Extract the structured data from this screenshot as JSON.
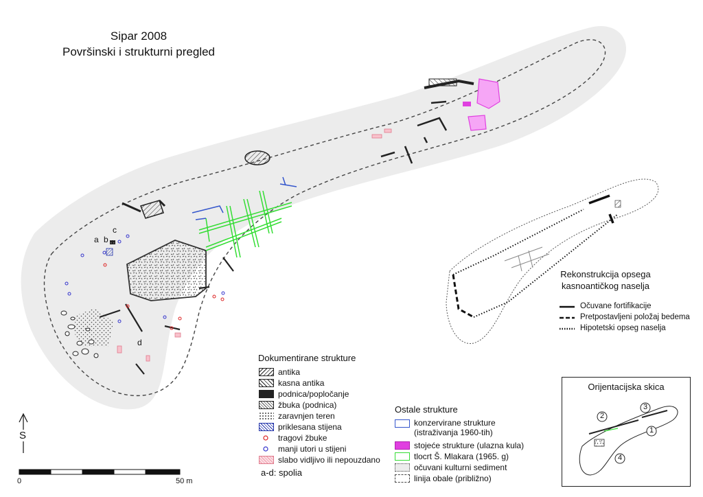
{
  "title": "Sipar 2008",
  "subtitle": "Površinski i strukturni pregled",
  "spolia_marks": [
    "a",
    "b",
    "c",
    "d"
  ],
  "legend_doc": {
    "heading": "Dokumentirane strukture",
    "items": [
      {
        "label": "antika"
      },
      {
        "label": "kasna antika"
      },
      {
        "label": "podnica/popločanje"
      },
      {
        "label": "žbuka (podnica)"
      },
      {
        "label": "zaravnjen teren"
      },
      {
        "label": "priklesana stijena"
      },
      {
        "label": "tragovi žbuke"
      },
      {
        "label": "manji utori u stijeni"
      },
      {
        "label": "slabo vidljivo ili nepouzdano"
      },
      {
        "label": "a-d: spolia"
      }
    ]
  },
  "legend_other": {
    "heading": "Ostale strukture",
    "items": [
      {
        "label": "konzervirane strukture\n(istraživanja 1960-tih)",
        "color": "#3355cc"
      },
      {
        "label": "stojeće strukture (ulazna kula)",
        "color": "#e040e0"
      },
      {
        "label": "tlocrt Š. Mlakara (1965. g)",
        "color": "#33dd33"
      },
      {
        "label": "očuvani kulturni sediment"
      },
      {
        "label": "linija obale (približno)"
      }
    ]
  },
  "reconstruction": {
    "title_line1": "Rekonstrukcija opsega",
    "title_line2": "kasnoantičkog naselja",
    "legend": [
      "Očuvane fortifikacije",
      "Pretpostavljeni položaj bedema",
      "Hipotetski opseg naselja"
    ]
  },
  "orientation": {
    "title": "Orijentacijska skica",
    "markers": [
      "1",
      "2",
      "3",
      "4"
    ]
  },
  "north_label": "S",
  "scale": {
    "start": "0",
    "end": "50 m"
  },
  "colors": {
    "conserved": "#3355cc",
    "standing": "#e040e0",
    "mlakar": "#33dd33",
    "sediment_fill": "#ececec"
  }
}
